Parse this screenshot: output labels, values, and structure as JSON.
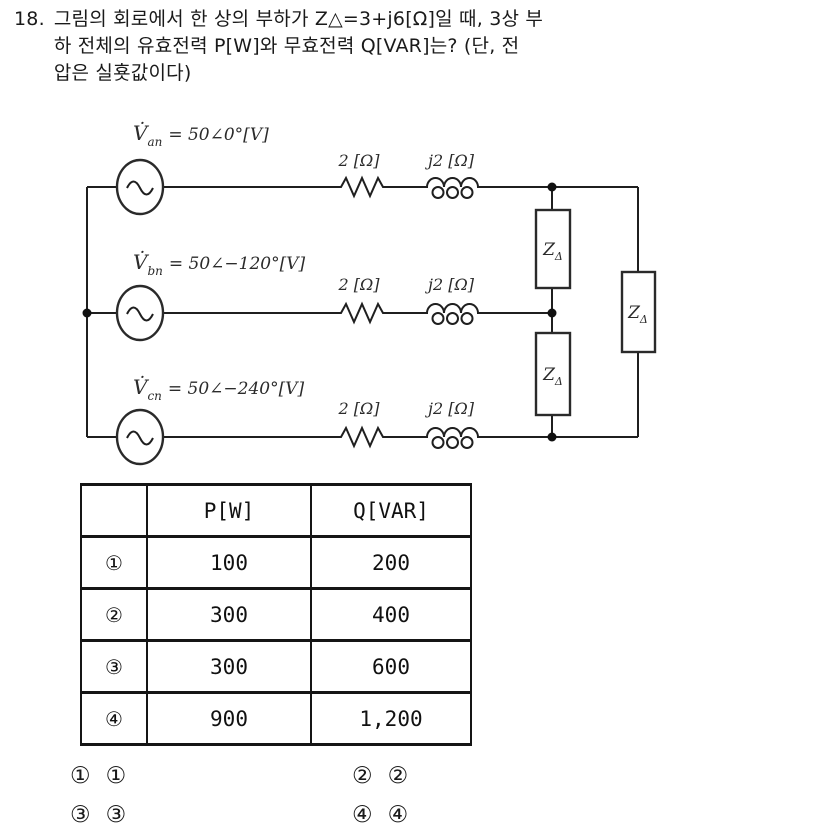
{
  "question": {
    "number": "18.",
    "lines": [
      "그림의 회로에서 한 상의 부하가 Z△=3+j6[Ω]일 때, 3상 부",
      "하 전체의 유효전력 P[W]와 무효전력 Q[VAR]는? (단, 전",
      "압은 실횻값이다)"
    ]
  },
  "circuit": {
    "sources": [
      {
        "sym": "V̇",
        "sub": "an",
        "eq": "= 50∠0°[V]"
      },
      {
        "sym": "V̇",
        "sub": "bn",
        "eq": "= 50∠−120°[V]"
      },
      {
        "sym": "V̇",
        "sub": "cn",
        "eq": "= 50∠−240°[V]"
      }
    ],
    "resistor_label": "2 [Ω]",
    "inductor_label": "j2 [Ω]",
    "load": {
      "sym": "Z",
      "sub": "Δ"
    }
  },
  "table": {
    "headers": {
      "key": "",
      "p": "P[W]",
      "q": "Q[VAR]"
    },
    "rows": [
      {
        "no": "①",
        "p": "100",
        "q": "200"
      },
      {
        "no": "②",
        "p": "300",
        "q": "400"
      },
      {
        "no": "③",
        "p": "300",
        "q": "600"
      },
      {
        "no": "④",
        "p": "900",
        "q": "1,200"
      }
    ]
  },
  "choices": [
    {
      "key": "①",
      "label": "①"
    },
    {
      "key": "②",
      "label": "②"
    },
    {
      "key": "③",
      "label": "③"
    },
    {
      "key": "④",
      "label": "④"
    }
  ],
  "colors": {
    "ink": "#1a1a1a",
    "background": "#ffffff"
  }
}
